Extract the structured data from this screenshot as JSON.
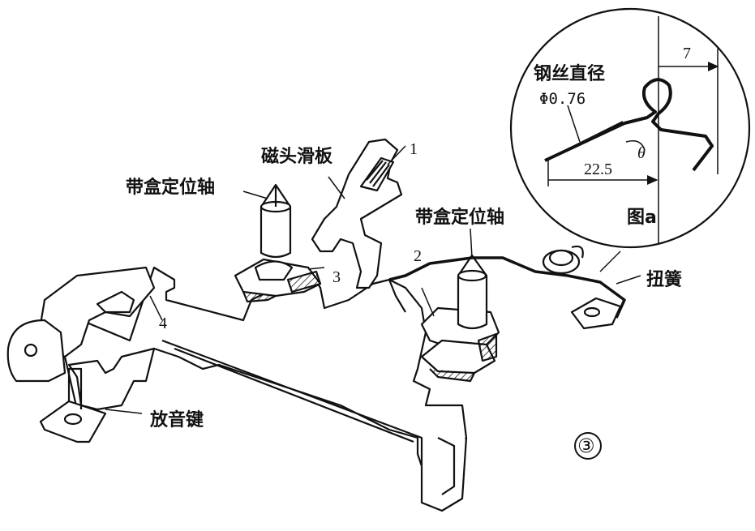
{
  "labels": {
    "head_slider": "磁头滑板",
    "cassette_pin_left": "带盒定位轴",
    "cassette_pin_right": "带盒定位轴",
    "play_key": "放音键",
    "torsion_spring": "扭簧",
    "part_1": "1",
    "part_2": "2",
    "part_3": "3",
    "part_4": "4",
    "figure_number": "③"
  },
  "inset": {
    "title": "钢丝直径",
    "wire_diameter": "Φ0.76",
    "dim_top": "7",
    "dim_length": "22.5",
    "angle": "θ",
    "caption": "图a"
  }
}
